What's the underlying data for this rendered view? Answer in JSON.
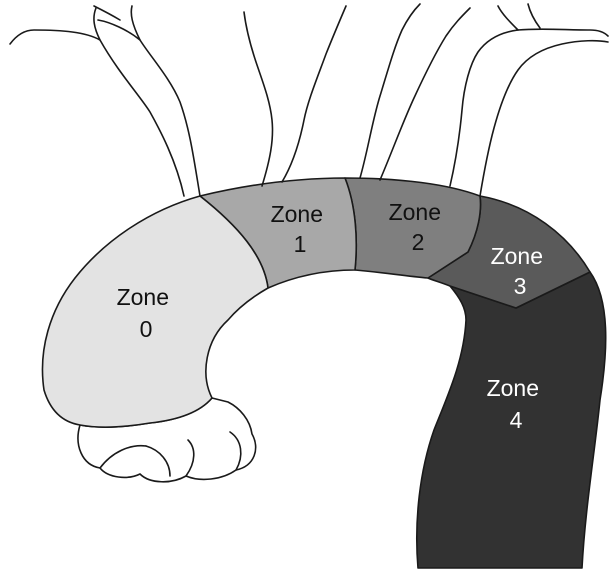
{
  "diagram": {
    "zones": [
      {
        "id": "zone-0",
        "line1": "Zone",
        "line2": "0",
        "fill": "#e3e3e3",
        "text_color": "#111111"
      },
      {
        "id": "zone-1",
        "line1": "Zone",
        "line2": "1",
        "fill": "#a8a8a8",
        "text_color": "#111111"
      },
      {
        "id": "zone-2",
        "line1": "Zone",
        "line2": "2",
        "fill": "#7f7f7f",
        "text_color": "#111111"
      },
      {
        "id": "zone-3",
        "line1": "Zone",
        "line2": "3",
        "fill": "#5a5a5a",
        "text_color": "#ffffff"
      },
      {
        "id": "zone-4",
        "line1": "Zone",
        "line2": "4",
        "fill": "#323232",
        "text_color": "#ffffff"
      }
    ]
  }
}
